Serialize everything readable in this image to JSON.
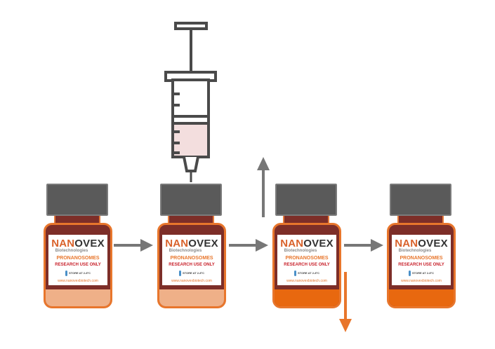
{
  "vials": [
    {
      "brand_prefix": "NAN",
      "brand_mid": "O",
      "brand_suffix": "VEX",
      "subtitle": "Biotechnologies",
      "product": "PRONANOSOMES",
      "notice": "RESEARCH USE ONLY",
      "storage": "STORE AT 2-8°C",
      "website": "www.nanovexbiotech.com",
      "liquid_color": "#efb088"
    },
    {
      "brand_prefix": "NAN",
      "brand_mid": "O",
      "brand_suffix": "VEX",
      "subtitle": "Biotechnologies",
      "product": "PRONANOSOMES",
      "notice": "RESEARCH USE ONLY",
      "storage": "STORE AT 2-8°C",
      "website": "www.nanovexbiotech.com",
      "liquid_color": "#efb088"
    },
    {
      "brand_prefix": "NAN",
      "brand_mid": "O",
      "brand_suffix": "VEX",
      "subtitle": "Biotechnologies",
      "product": "PRONANOSOMES",
      "notice": "RESEARCH USE ONLY",
      "storage": "STORE AT 2-8°C",
      "website": "www.nanovexbiotech.com",
      "liquid_color": "#e8680f"
    },
    {
      "brand_prefix": "NAN",
      "brand_mid": "O",
      "brand_suffix": "VEX",
      "subtitle": "Biotechnologies",
      "product": "PRONANOSOMES",
      "notice": "RESEARCH USE ONLY",
      "storage": "STORE AT 2-8°C",
      "website": "www.nanovexbiotech.com",
      "liquid_color": "#e8680f"
    }
  ],
  "colors": {
    "cap": "#5a5a5a",
    "vial_band": "#7d2e28",
    "vial_outline": "#e8762c",
    "arrow_gray": "#777777",
    "arrow_orange": "#e8762c",
    "syringe_stroke": "#4a4a4a",
    "syringe_fluid": "#f3dede"
  }
}
